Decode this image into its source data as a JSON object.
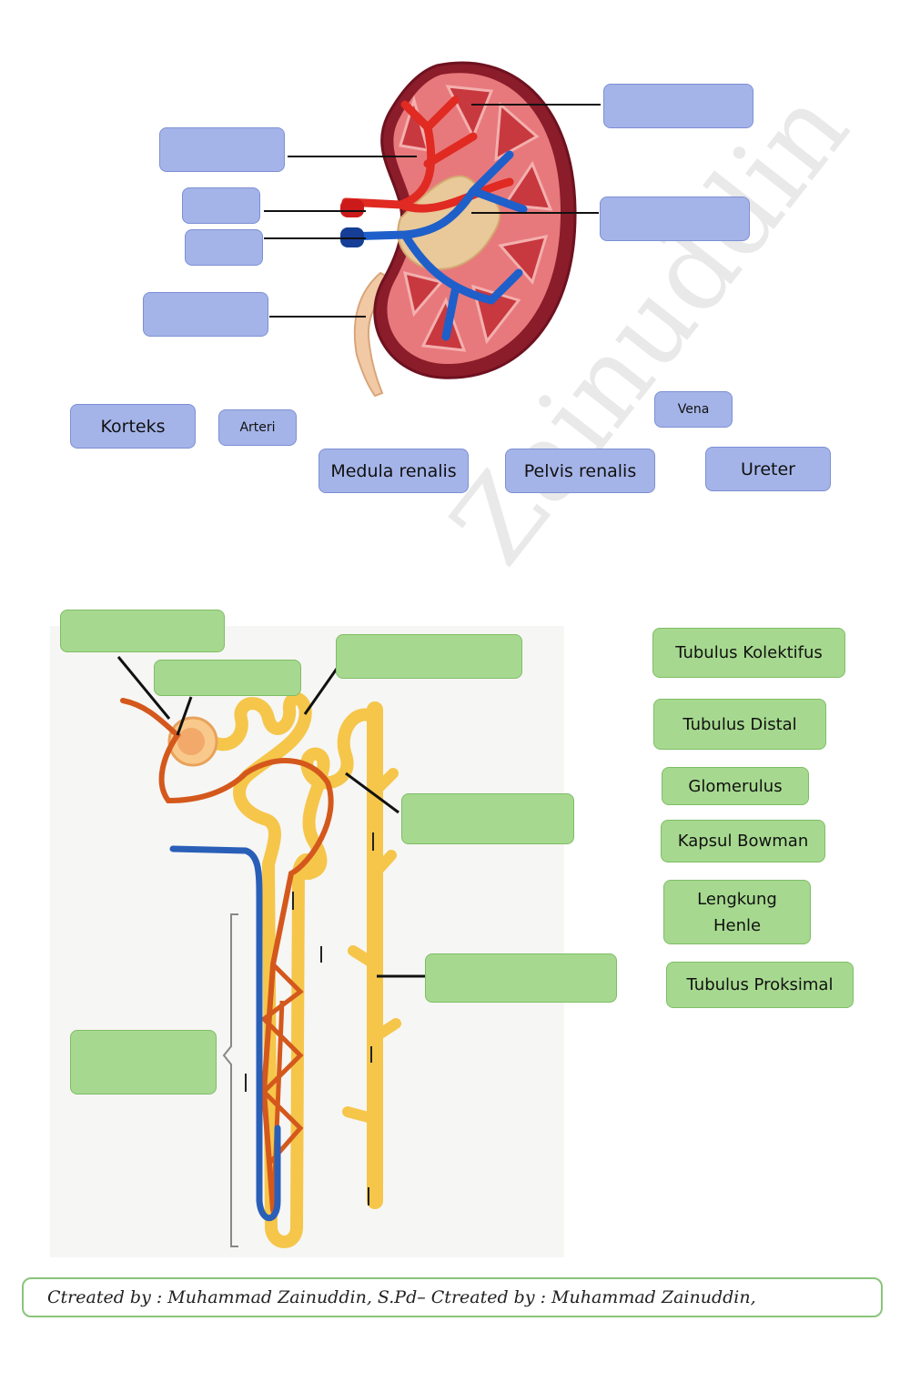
{
  "watermark": "Zainuddin",
  "kidney": {
    "labels": [
      "Korteks",
      "Arteri",
      "Medula renalis",
      "Pelvis renalis",
      "Vena",
      "Ureter"
    ]
  },
  "nephron": {
    "labels": [
      "Tubulus Kolektifus",
      "Tubulus Distal",
      "Glomerulus",
      "Kapsul Bowman",
      "Lengkung Henle",
      "Tubulus Proksimal"
    ]
  },
  "footer": {
    "text": "Ctreated by : Muhammad Zainuddin, S.Pd– Ctreated by : Muhammad Zainuddin,"
  },
  "colors": {
    "blue_tile": "#a5b4e8",
    "green_tile": "#a6d98f",
    "footer_border": "#8bc47b"
  }
}
